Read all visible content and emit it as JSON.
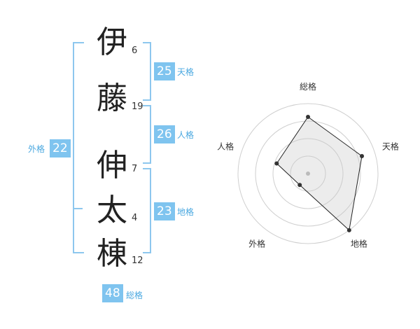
{
  "name_chars": [
    {
      "char": "伊",
      "strokes": "6"
    },
    {
      "char": "藤",
      "strokes": "19"
    },
    {
      "char": "伸",
      "strokes": "7"
    },
    {
      "char": "太",
      "strokes": "4"
    },
    {
      "char": "棟",
      "strokes": "12"
    }
  ],
  "scores": {
    "tenkaku": {
      "value": "25",
      "label": "天格"
    },
    "jinkaku": {
      "value": "26",
      "label": "人格"
    },
    "chikaku": {
      "value": "23",
      "label": "地格"
    },
    "gaikaku": {
      "value": "22",
      "label": "外格"
    },
    "soukaku": {
      "value": "48",
      "label": "総格"
    }
  },
  "colors": {
    "accent": "#7fc4ef",
    "bracket": "#8dc7ee",
    "label": "#4aa8e0"
  },
  "chart_data": {
    "type": "radar",
    "axes": [
      "総格",
      "天格",
      "地格",
      "外格",
      "人格"
    ],
    "values": [
      0.81,
      0.81,
      1.0,
      0.2,
      0.47
    ],
    "rings": 4,
    "range": [
      0,
      1
    ]
  }
}
